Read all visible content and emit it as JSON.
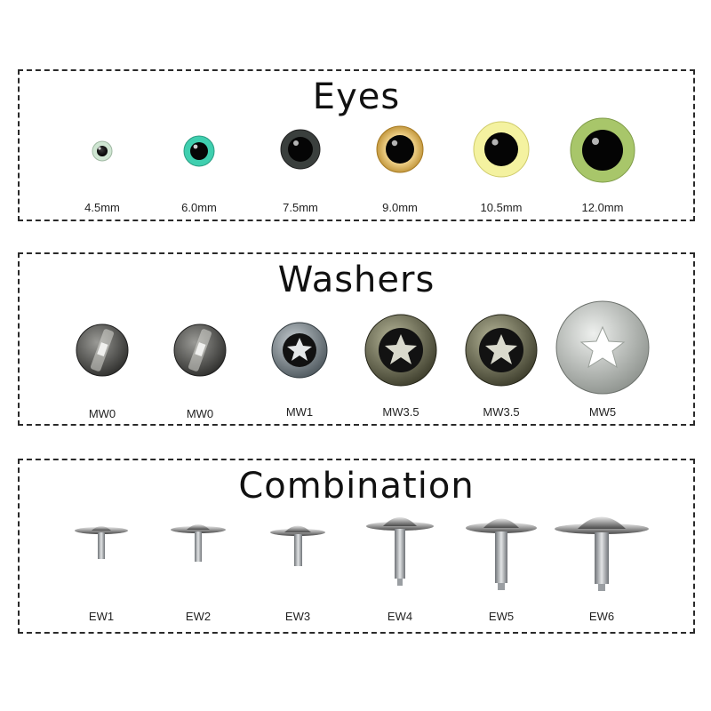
{
  "sections": {
    "eyes": {
      "title": "Eyes",
      "items": [
        {
          "label": "4.5mm",
          "iris_color": "#cfe6d2"
        },
        {
          "label": "6.0mm",
          "iris_color": "#3fcfaf"
        },
        {
          "label": "7.5mm",
          "iris_color": "#3a3f3d"
        },
        {
          "label": "9.0mm",
          "iris_color": "#d9b15a"
        },
        {
          "label": "10.5mm",
          "iris_color": "#f4f2a0"
        },
        {
          "label": "12.0mm",
          "iris_color": "#a8c66a"
        }
      ]
    },
    "washers": {
      "title": "Washers",
      "items": [
        {
          "label": "MW0"
        },
        {
          "label": "MW0"
        },
        {
          "label": "MW1"
        },
        {
          "label": "MW3.5"
        },
        {
          "label": "MW3.5"
        },
        {
          "label": "MW5"
        }
      ]
    },
    "combination": {
      "title": "Combination",
      "items": [
        {
          "label": "EW1"
        },
        {
          "label": "EW2"
        },
        {
          "label": "EW3"
        },
        {
          "label": "EW4"
        },
        {
          "label": "EW5"
        },
        {
          "label": "EW6"
        }
      ]
    }
  }
}
